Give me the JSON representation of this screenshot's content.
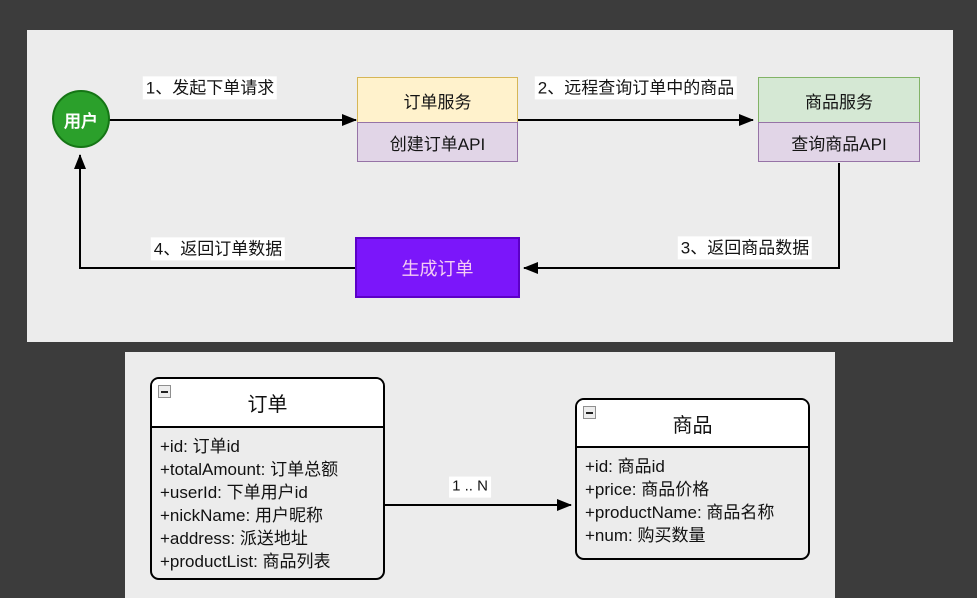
{
  "flow_diagram": {
    "user_node": {
      "label": "用户"
    },
    "order_service": {
      "title": "订单服务",
      "api_label": "创建订单API"
    },
    "product_service": {
      "title": "商品服务",
      "api_label": "查询商品API"
    },
    "generate_order_node": {
      "label": "生成订单"
    },
    "edges": [
      {
        "step": 1,
        "label": "1、发起下单请求",
        "from": "用户",
        "to": "订单服务"
      },
      {
        "step": 2,
        "label": "2、远程查询订单中的商品",
        "from": "订单服务",
        "to": "商品服务"
      },
      {
        "step": 3,
        "label": "3、返回商品数据",
        "from": "查询商品API",
        "to": "生成订单"
      },
      {
        "step": 4,
        "label": "4、返回订单数据",
        "from": "生成订单",
        "to": "用户"
      }
    ]
  },
  "uml_diagram": {
    "order_class": {
      "title": "订单",
      "attributes": [
        "+id: 订单id",
        "+totalAmount: 订单总额",
        "+userId: 下单用户id",
        "+nickName: 用户昵称",
        "+address: 派送地址",
        "+productList: 商品列表"
      ]
    },
    "product_class": {
      "title": "商品",
      "attributes": [
        "+id: 商品id",
        "+price: 商品价格",
        "+productName: 商品名称",
        "+num: 购买数量"
      ]
    },
    "relation": {
      "label": "1 .. N",
      "from": "订单",
      "to": "商品"
    }
  },
  "icons": {
    "order_class_collapse": "minus-icon",
    "product_class_collapse": "minus-icon"
  },
  "colors": {
    "canvas_background": "#3C3C3C",
    "panel_background": "#ECECEC",
    "user_fill": "#2BA02B",
    "user_border": "#157515",
    "user_text": "#FFFFFF",
    "order_service_fill": "#FFF2CC",
    "order_service_border": "#D6B656",
    "api_fill": "#E1D5E7",
    "api_border": "#9673A6",
    "product_service_fill": "#D5E8D4",
    "product_service_border": "#82B366",
    "generate_order_fill": "#7B16FA",
    "generate_order_border": "#5C00C7",
    "generate_order_text": "#F4CCF4",
    "connector": "#000000",
    "class_header_fill": "#FFFFFF",
    "class_body_fill": "#ECECEC",
    "class_border": "#000000",
    "edge_label_background": "#FFFFFF"
  }
}
